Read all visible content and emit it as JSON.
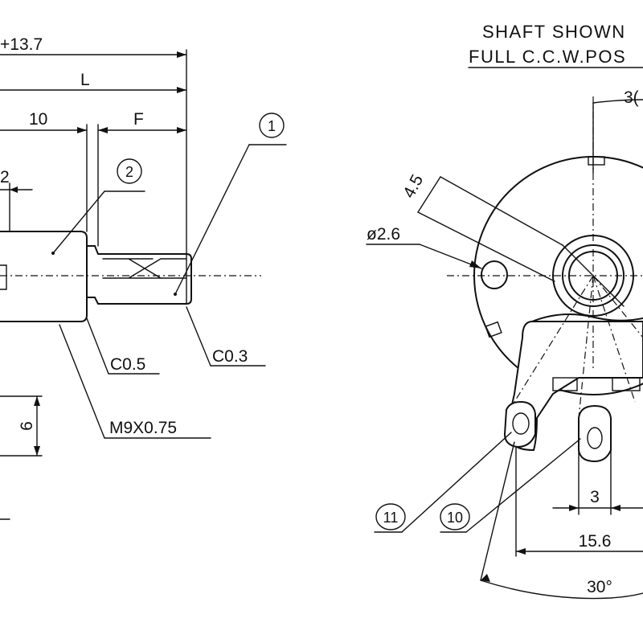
{
  "side_view": {
    "dim_total": "+13.7",
    "dim_L": "L",
    "dim_10": "10",
    "dim_F": "F",
    "dim_2": "2",
    "dim_6": "6",
    "chamfer_1": "C0.5",
    "chamfer_2": "C0.3",
    "thread": "M9X0.75",
    "balloon_1": "1",
    "balloon_2": "2"
  },
  "front_view": {
    "note_line1": "SHAFT SHOWN",
    "note_line2": "FULL C.C.W.POS",
    "dim_top_angle": "3(",
    "dim_45": "4.5",
    "dim_hole": "ø2.6",
    "dim_3": "3",
    "dim_156": "15.6",
    "dim_30": "30°",
    "balloon_11": "11",
    "balloon_10": "10"
  }
}
